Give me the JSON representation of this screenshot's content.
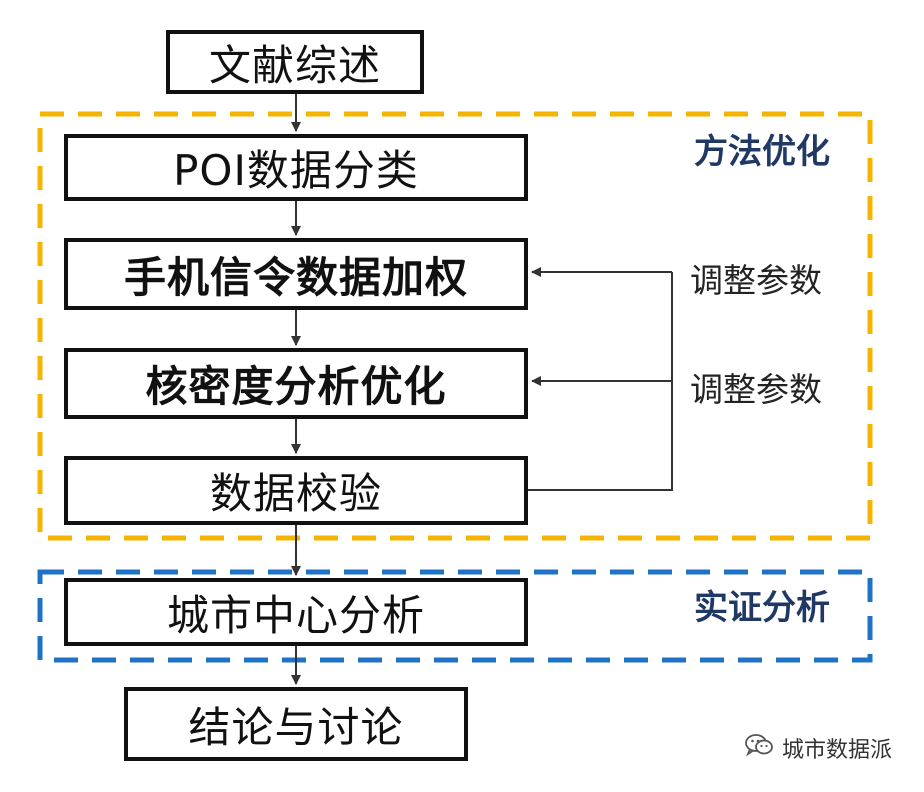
{
  "flow": {
    "step1": "文献综述",
    "step2": "POI数据分类",
    "step3": "手机信令数据加权",
    "step4": "核密度分析优化",
    "step5": "数据校验",
    "step6": "城市中心分析",
    "step7": "结论与讨论"
  },
  "regions": {
    "method": {
      "label": "方法优化",
      "color": "#f5b400"
    },
    "empirical": {
      "label": "实证分析",
      "color": "#1f72c6"
    }
  },
  "feedback": {
    "label1": "调整参数",
    "label2": "调整参数"
  },
  "watermark": {
    "text": "城市数据派",
    "icon": "wechat-icon"
  }
}
